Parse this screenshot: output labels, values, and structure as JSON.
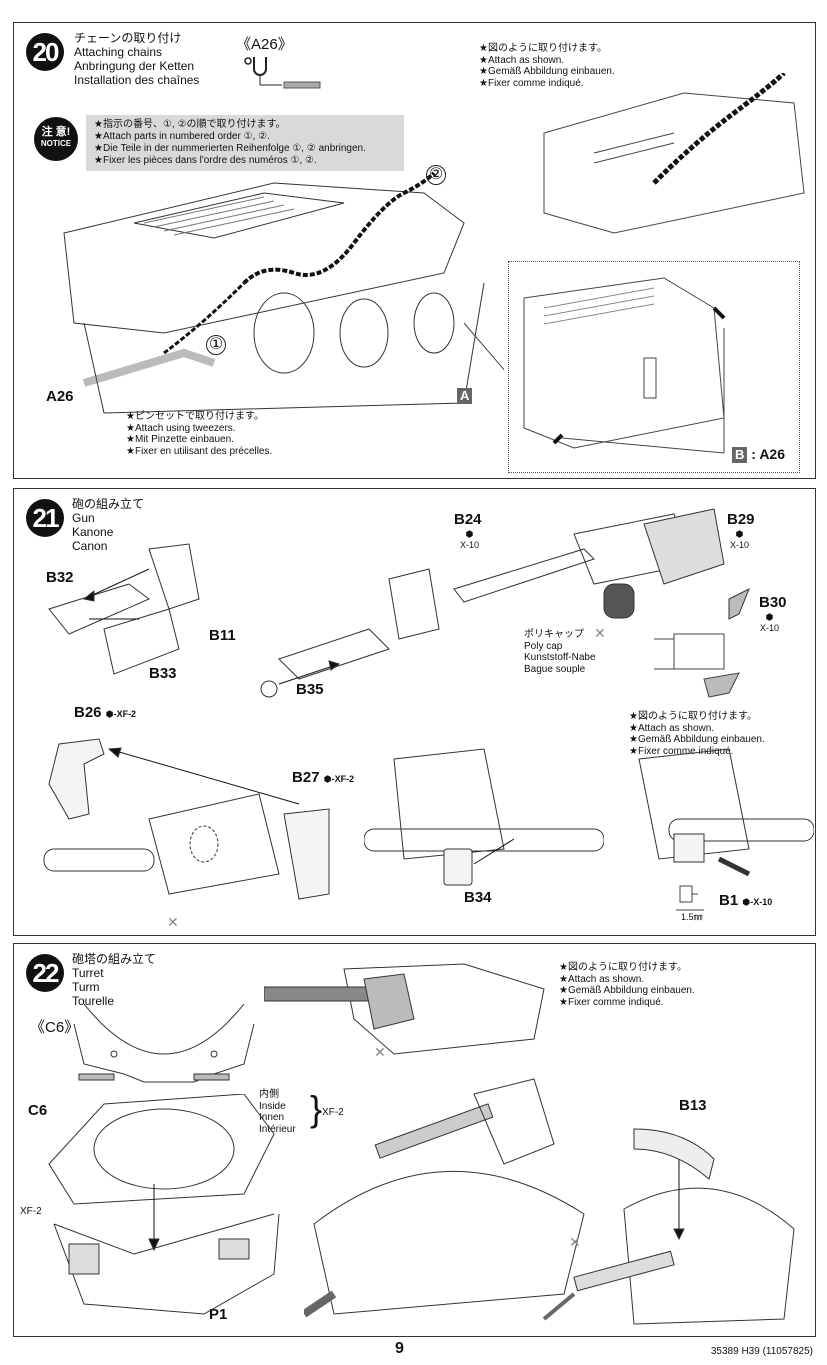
{
  "steps": [
    {
      "number": "20",
      "title_ja": "チェーンの取り付け",
      "title_en": "Attaching chains",
      "title_de": "Anbringung der Ketten",
      "title_fr": "Installation des chaînes",
      "part_callout": "《A26》",
      "notice_badge": [
        "注 意!",
        "NOTICE"
      ],
      "notice_lines": [
        "★指示の番号、①, ②の順で取り付けます。",
        "★Attach parts in numbered order ①, ②.",
        "★Die Teile in der nummerierten Reihenfolge ①, ② anbringen.",
        "★Fixer les pièces dans l'ordre des numéros ①, ②."
      ],
      "note_top_right": [
        "★図のように取り付けます。",
        "★Attach as shown.",
        "★Gemäß Abbildung einbauen.",
        "★Fixer comme indiqué."
      ],
      "note_tweezers": [
        "★ピンセットで取り付けます。",
        "★Attach using tweezers.",
        "★Mit Pinzette einbauen.",
        "★Fixer en utilisant des précelles."
      ],
      "labels": {
        "a26": "A26",
        "order1": "①",
        "order2": "②",
        "view_a": "A",
        "view_b": "B",
        "view_b_part": ": A26"
      }
    },
    {
      "number": "21",
      "title_ja": "砲の組み立て",
      "title_en": "Gun",
      "title_de": "Kanone",
      "title_fr": "Canon",
      "labels": {
        "b32": "B32",
        "b11": "B11",
        "b33": "B33",
        "b35": "B35",
        "b24": "B24",
        "b29": "B29",
        "b30": "B30",
        "b26": "B26",
        "b27": "B27",
        "b34": "B34",
        "b1": "B1"
      },
      "paints": {
        "b24": "X-10",
        "b29": "X-10",
        "b30": "X-10",
        "b26": "XF-2",
        "b27": "XF-2",
        "b1": "X-10"
      },
      "polycap": [
        "ポリキャップ",
        "Poly cap",
        "Kunststoff-Nabe",
        "Bague souple"
      ],
      "note": [
        "★図のように取り付けます。",
        "★Attach as shown.",
        "★Gemäß Abbildung einbauen.",
        "★Fixer comme indiqué."
      ],
      "dimension": "1.5㎜"
    },
    {
      "number": "22",
      "title_ja": "砲塔の組み立て",
      "title_en": "Turret",
      "title_de": "Turm",
      "title_fr": "Tourelle",
      "part_callout": "《C6》",
      "labels": {
        "c6": "C6",
        "p1": "P1",
        "b13": "B13"
      },
      "inside": [
        "内側",
        "Inside",
        "Innen",
        "Intérieur"
      ],
      "inside_paint": "XF-2",
      "side_paint": "XF-2",
      "note": [
        "★図のように取り付けます。",
        "★Attach as shown.",
        "★Gemäß Abbildung einbauen.",
        "★Fixer comme indiqué."
      ]
    }
  ],
  "footer": {
    "page_number": "9",
    "code": "35389  H39 (11057825)"
  }
}
